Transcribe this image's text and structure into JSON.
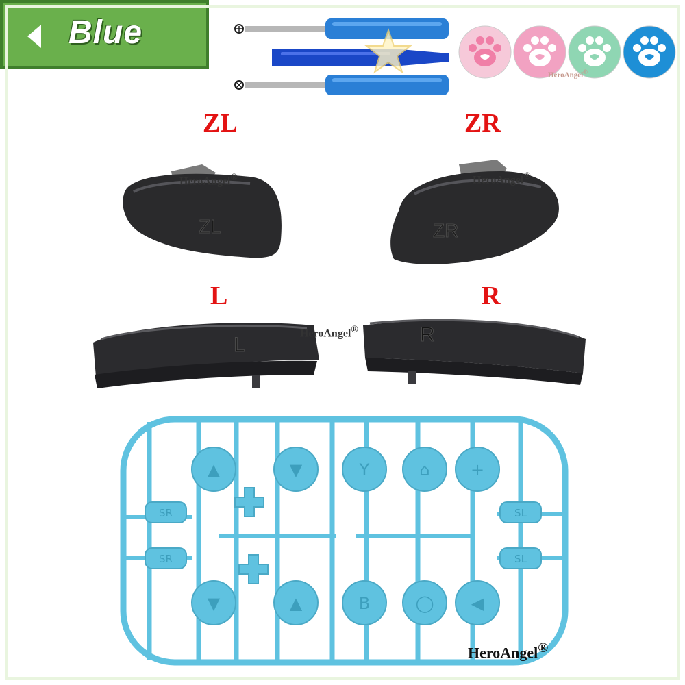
{
  "color_badge": {
    "label": "Blue",
    "color": "#6ab04c"
  },
  "trigger_labels": {
    "zl": "ZL",
    "zr": "ZR",
    "l": "L",
    "r": "R"
  },
  "embossed": {
    "zl": "ZL",
    "zr": "ZR",
    "l": "L",
    "r": "R"
  },
  "watermark": {
    "brand": "HeroAngel",
    "mark": "®"
  },
  "thumb_caps": {
    "colors": [
      "#f6c9d9",
      "#f2a2c2",
      "#8fd6b3",
      "#1e8fd6"
    ]
  },
  "button_sprue": {
    "color": "#5fc2e0",
    "top_row": [
      "▲",
      "▼",
      "Y",
      "⌂",
      "+"
    ],
    "bottom_row": [
      "▼",
      "▲",
      "B",
      "◯",
      "◀"
    ],
    "left_rails": [
      "SR",
      "SR"
    ],
    "right_rails": [
      "SL",
      "SL"
    ]
  }
}
